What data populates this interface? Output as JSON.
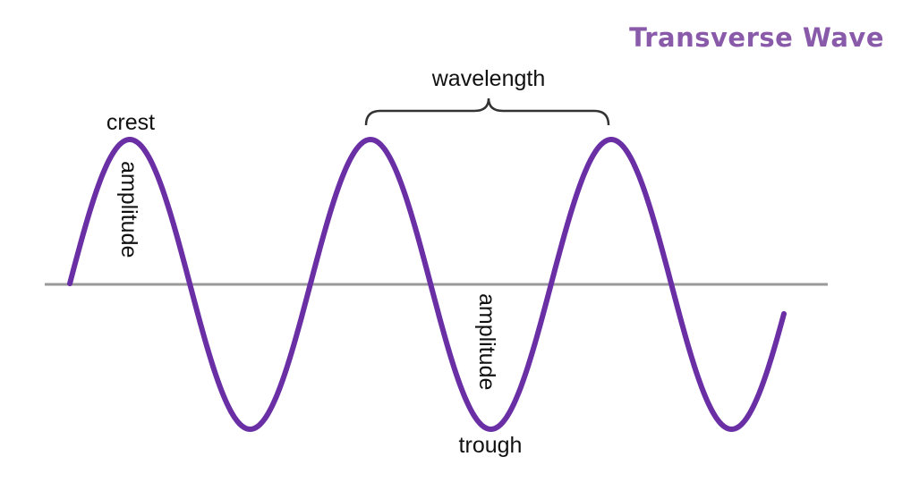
{
  "title": "Transverse Wave",
  "labels": {
    "wavelength": "wavelength",
    "crest": "crest",
    "trough": "trough",
    "amplitude_crest": "amplitude",
    "amplitude_trough": "amplitude"
  },
  "colors": {
    "wave": "#6a2fa5",
    "title": "#8a5aaa",
    "axis": "#9a9a9a",
    "brace": "#333333",
    "text": "#111111"
  }
}
